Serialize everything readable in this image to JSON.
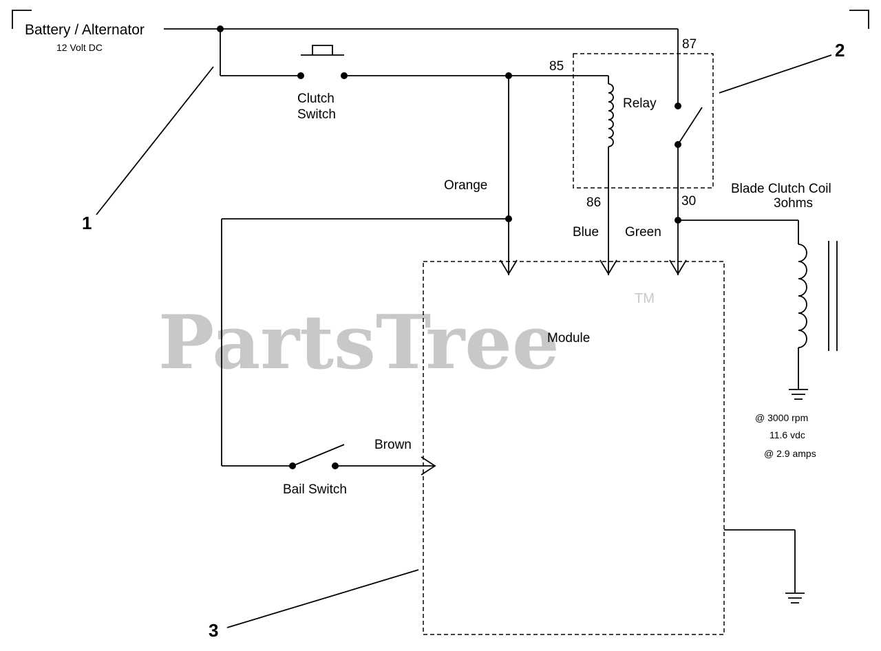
{
  "watermark": {
    "brand": "PartsTree",
    "tm": "TM"
  },
  "labels": {
    "battery": "Battery / Alternator",
    "battery_volt": "12 Volt DC",
    "clutch_switch_1": "Clutch",
    "clutch_switch_2": "Switch",
    "relay": "Relay",
    "pin85": "85",
    "pin86": "86",
    "pin87": "87",
    "pin30": "30",
    "orange": "Orange",
    "blue": "Blue",
    "green": "Green",
    "brown": "Brown",
    "module": "Module",
    "bail_switch": "Bail Switch",
    "coil_1": "Blade Clutch Coil",
    "coil_2": "3ohms",
    "spec_rpm": "@ 3000 rpm",
    "spec_vdc": "11.6 vdc",
    "spec_amps": "@ 2.9 amps"
  },
  "callouts": {
    "c1": "1",
    "c2": "2",
    "c3": "3"
  }
}
